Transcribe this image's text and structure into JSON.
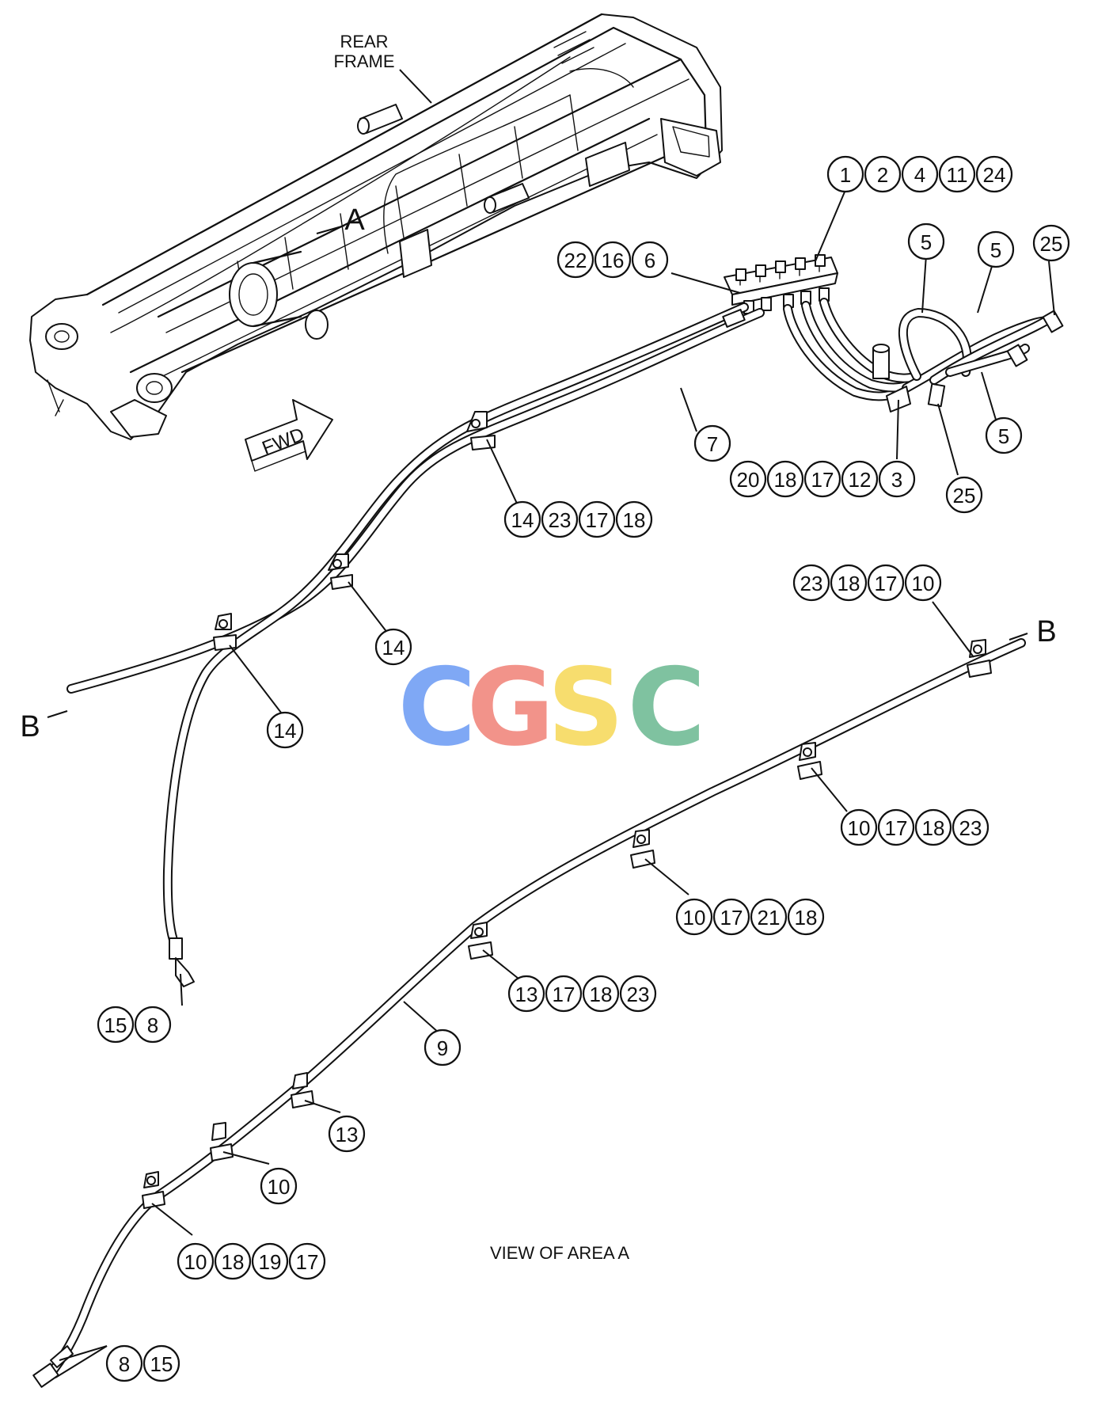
{
  "labels": {
    "rear_frame_1": "REAR",
    "rear_frame_2": "FRAME",
    "area_a": "A",
    "fwd": "FWD",
    "break_b_left": "B",
    "break_b_right": "B",
    "view_caption": "VIEW OF AREA A"
  },
  "watermark": {
    "letters": [
      "C",
      "G",
      "S",
      "C"
    ],
    "colors": [
      "#7fa8f5",
      "#f2938a",
      "#f7dd6e",
      "#7fc2a0"
    ]
  },
  "callouts": [
    {
      "id": "g1",
      "numbers": [
        "1",
        "2",
        "4",
        "11",
        "24"
      ]
    },
    {
      "id": "g2",
      "numbers": [
        "22",
        "16",
        "6"
      ]
    },
    {
      "id": "g3",
      "numbers": [
        "5"
      ]
    },
    {
      "id": "g4",
      "numbers": [
        "5"
      ]
    },
    {
      "id": "g5",
      "numbers": [
        "25"
      ]
    },
    {
      "id": "g6",
      "numbers": [
        "7"
      ]
    },
    {
      "id": "g7",
      "numbers": [
        "5"
      ]
    },
    {
      "id": "g8",
      "numbers": [
        "20",
        "18",
        "17",
        "12",
        "3"
      ]
    },
    {
      "id": "g9",
      "numbers": [
        "25"
      ]
    },
    {
      "id": "g10",
      "numbers": [
        "14",
        "23",
        "17",
        "18"
      ]
    },
    {
      "id": "g11",
      "numbers": [
        "23",
        "18",
        "17",
        "10"
      ]
    },
    {
      "id": "g12",
      "numbers": [
        "14"
      ]
    },
    {
      "id": "g13",
      "numbers": [
        "14"
      ]
    },
    {
      "id": "g14",
      "numbers": [
        "10",
        "17",
        "18",
        "23"
      ]
    },
    {
      "id": "g15",
      "numbers": [
        "10",
        "17",
        "21",
        "18"
      ]
    },
    {
      "id": "g16",
      "numbers": [
        "13",
        "17",
        "18",
        "23"
      ]
    },
    {
      "id": "g17",
      "numbers": [
        "15",
        "8"
      ]
    },
    {
      "id": "g18",
      "numbers": [
        "9"
      ]
    },
    {
      "id": "g19",
      "numbers": [
        "13"
      ]
    },
    {
      "id": "g20",
      "numbers": [
        "10"
      ]
    },
    {
      "id": "g21",
      "numbers": [
        "10",
        "18",
        "19",
        "17"
      ]
    },
    {
      "id": "g22",
      "numbers": [
        "8",
        "15"
      ]
    }
  ]
}
